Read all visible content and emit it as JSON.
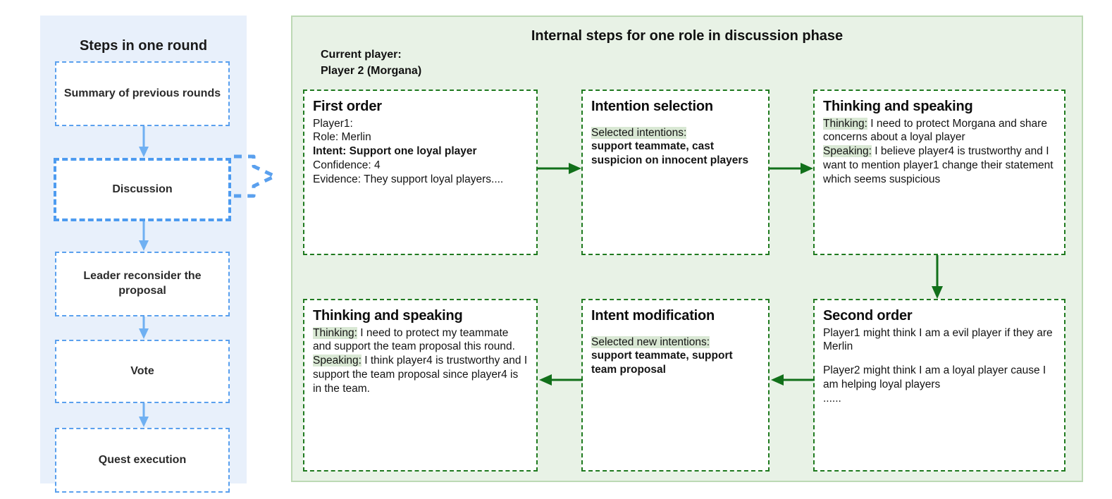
{
  "colors": {
    "left_panel_bg": "#e8f0fb",
    "left_box_border": "#5aa0ee",
    "right_panel_bg": "#e8f2e6",
    "right_panel_border": "#bcd9b4",
    "green_box_border": "#1f7a1f",
    "arrow_green": "#11701a",
    "highlight_green": "#d9e8d4"
  },
  "left_panel": {
    "title": "Steps in one round",
    "steps": [
      {
        "label": "Summary of previous rounds"
      },
      {
        "label": "Discussion"
      },
      {
        "label": "Leader reconsider the proposal"
      },
      {
        "label": "Vote"
      },
      {
        "label": "Quest execution"
      }
    ]
  },
  "right_panel": {
    "title": "Internal steps for one role in discussion phase",
    "current_player": "Current player:\nPlayer 2 (Morgana)",
    "boxes": {
      "first_order": {
        "title": "First order",
        "line_player": "Player1:",
        "line_role": "Role: Merlin",
        "line_intent": "Intent: Support one loyal player",
        "line_confidence": "Confidence: 4",
        "line_evidence": "Evidence: They support loyal players...."
      },
      "intention_selection": {
        "title": "Intention selection",
        "label": "Selected intentions:",
        "value": "support teammate, cast suspicion on innocent players"
      },
      "thinking_speaking_top": {
        "title": "Thinking and speaking",
        "thinking_label": "Thinking:",
        "thinking_text": " I need to protect Morgana and share concerns about a loyal player",
        "speaking_label": "Speaking:",
        "speaking_text": " I believe player4 is trustworthy and I want to mention player1 change their statement which seems suspicious"
      },
      "second_order": {
        "title": "Second order",
        "para1": "Player1 might think I am a evil player if they are Merlin",
        "para2": "Player2 might think I am a loyal player cause I am helping loyal players",
        "para3": "......"
      },
      "intent_modification": {
        "title": "Intent modification",
        "label": "Selected new intentions:",
        "value": "support teammate, support team proposal"
      },
      "thinking_speaking_bottom": {
        "title": "Thinking and speaking",
        "thinking_label": "Thinking:",
        "thinking_text": " I need to protect my teammate and support the team proposal this round.",
        "speaking_label": "Speaking:",
        "speaking_text": " I think player4 is trustworthy and I support the team proposal since player4 is in the team."
      }
    }
  }
}
